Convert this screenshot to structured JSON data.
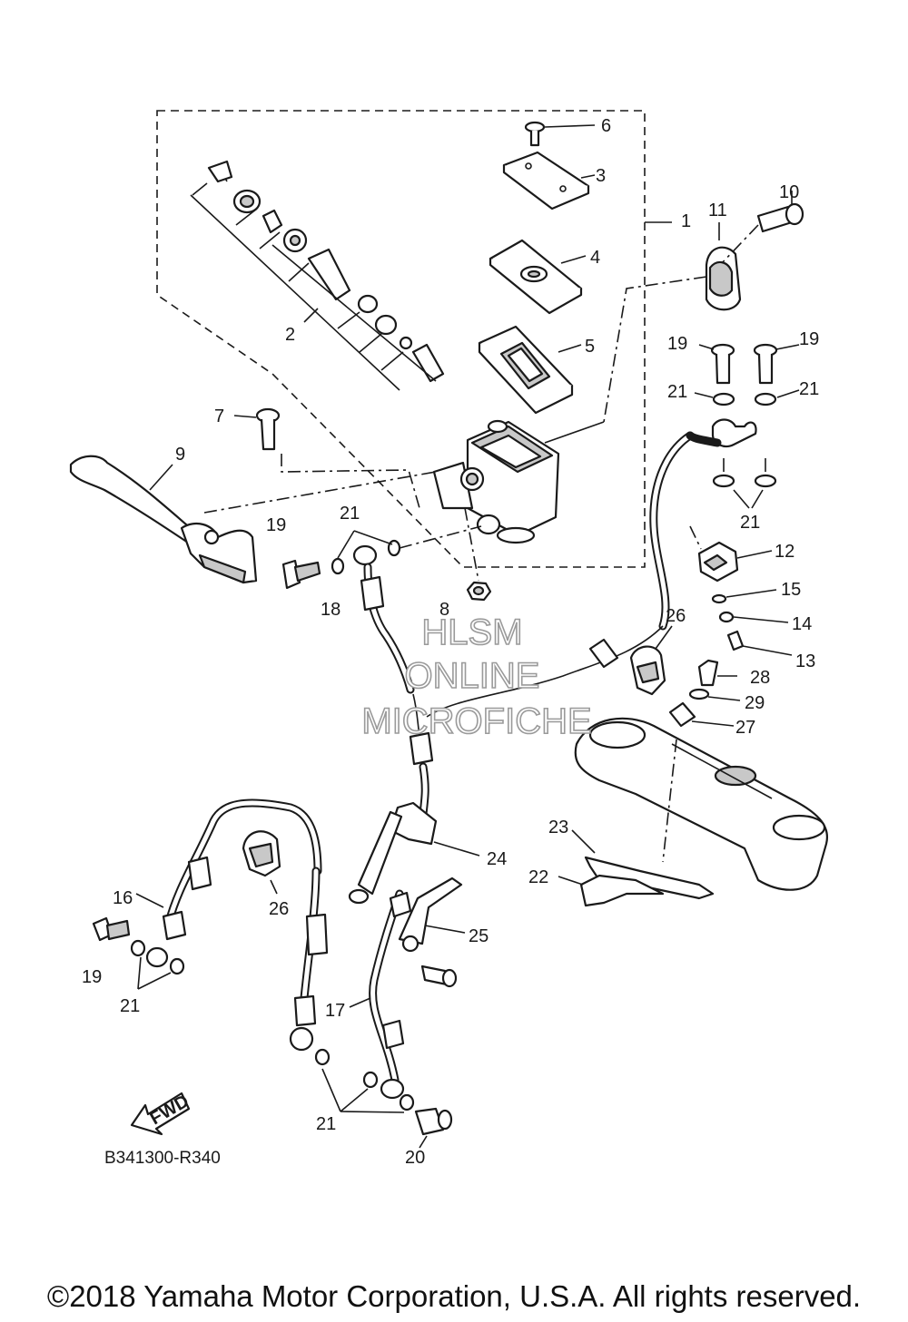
{
  "diagram": {
    "callouts": [
      "1",
      "2",
      "3",
      "4",
      "5",
      "6",
      "7",
      "8",
      "9",
      "10",
      "11",
      "12",
      "13",
      "14",
      "15",
      "16",
      "17",
      "18",
      "19",
      "20",
      "21",
      "22",
      "23",
      "24",
      "25",
      "26",
      "27",
      "28",
      "29"
    ],
    "repeat_labels": {
      "19b": "19",
      "19c": "19",
      "19d": "19",
      "21b": "21",
      "21c": "21",
      "21d": "21",
      "21e": "21",
      "21f": "21",
      "26b": "26"
    },
    "watermark": {
      "line1": "HLSM",
      "line2": "ONLINE",
      "line3": "MICROFICHE"
    },
    "fwd_label": "FWD",
    "diagram_code": "B341300-R340"
  },
  "footer": {
    "copyright": "©2018 Yamaha Motor Corporation, U.S.A. All rights reserved."
  }
}
